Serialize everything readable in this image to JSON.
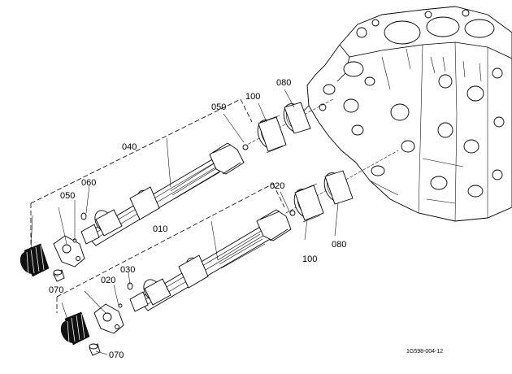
{
  "diagram": {
    "labels": {
      "l050_top": "050",
      "l100_top": "100",
      "l080_top": "080",
      "l040": "040",
      "l060": "060",
      "l050_left": "050",
      "l020_mid": "020",
      "l010": "010",
      "l030": "030",
      "l020_low": "020",
      "l070_left": "070",
      "l070_bottom": "070",
      "l100_bottom": "100",
      "l080_bottom": "080"
    },
    "caption": "1G598-004-12"
  }
}
